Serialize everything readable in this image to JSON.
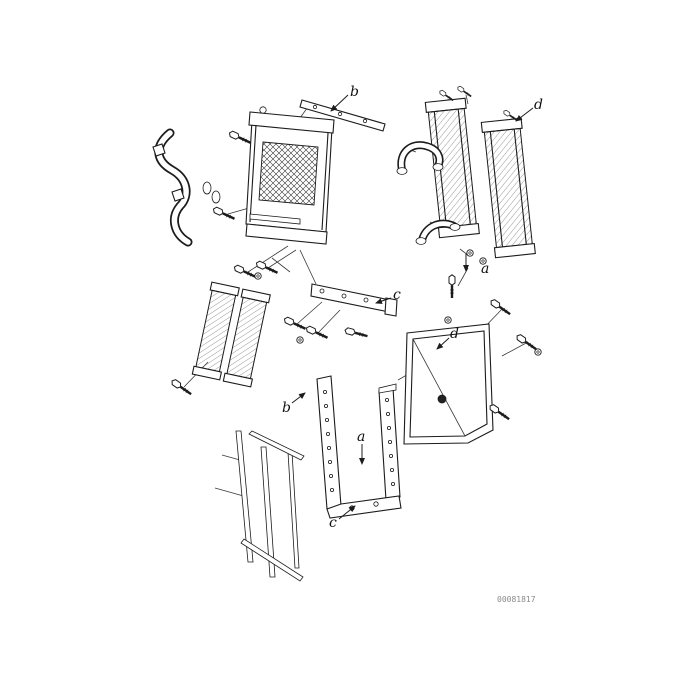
{
  "diagram": {
    "part_number": "00081817",
    "callouts": {
      "b_top": "b",
      "d_top": "d",
      "a_right": "a",
      "c_middle": "c",
      "d_middle": "d",
      "b_left": "b",
      "a_center": "a",
      "c_bottom": "c"
    },
    "colors": {
      "line": "#1c1c1c",
      "background": "#ffffff",
      "part_number_text": "#8a8a8a"
    }
  }
}
